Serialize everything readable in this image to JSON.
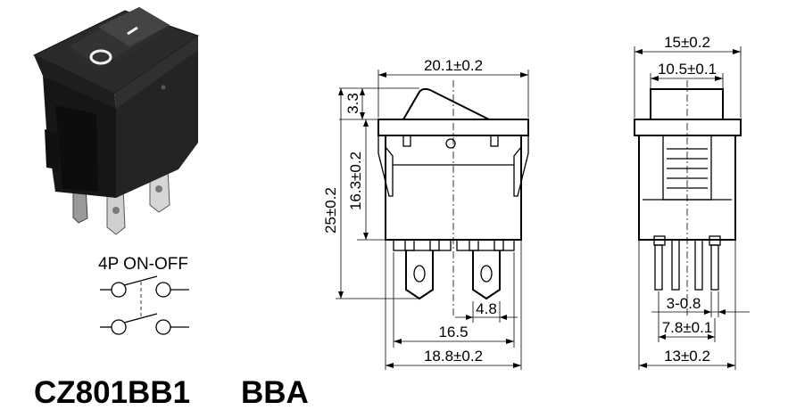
{
  "photo": {
    "mark_on": "I",
    "mark_off": "O"
  },
  "schematic": {
    "label": "4P  ON-OFF"
  },
  "title": {
    "part_number": "CZ801BB1",
    "variant": "BBA"
  },
  "front_view": {
    "top_width": "20.1±0.2",
    "rocker_height": "3.3",
    "body_height": "16.3±0.2",
    "total_height": "25±0.2",
    "terminal_width": "4.8",
    "terminal_span": "16.5",
    "bottom_width": "18.8±0.2"
  },
  "side_view": {
    "flange_width": "15±0.2",
    "rocker_width": "10.5±0.1",
    "terminal_gap": "3-0.8",
    "terminal_spacing": "7.8±0.1",
    "body_width": "13±0.2"
  },
  "colors": {
    "ink": "#000000",
    "body": "#1b1b1b",
    "terminal": "#c8c8c8"
  }
}
